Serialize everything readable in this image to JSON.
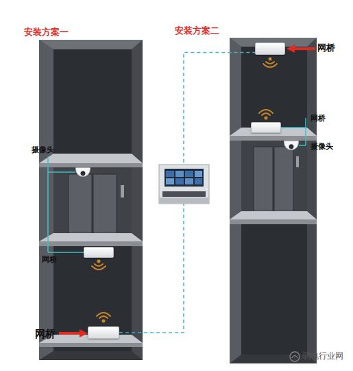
{
  "diagram": {
    "nodes": [
      {
        "text": [
          "安装方案一"
        ]
      },
      {
        "text": [
          "摄像头"
        ],
        "in": 0
      },
      {
        "text": [
          "网桥"
        ],
        "in": 0
      },
      {
        "text": [
          "网桥"
        ],
        "in": 0
      },
      {
        "text": [
          "安装方案二"
        ]
      },
      {
        "text": [
          "网桥"
        ],
        "in": 4
      },
      {
        "text": [
          "网桥"
        ],
        "in": 4
      },
      {
        "text": [
          "摄像头"
        ],
        "in": 4
      }
    ],
    "edges": [
      {
        "from": 3,
        "to": 5,
        "arrow": "none"
      }
    ],
    "labels": [
      "弱电行业网"
    ]
  }
}
